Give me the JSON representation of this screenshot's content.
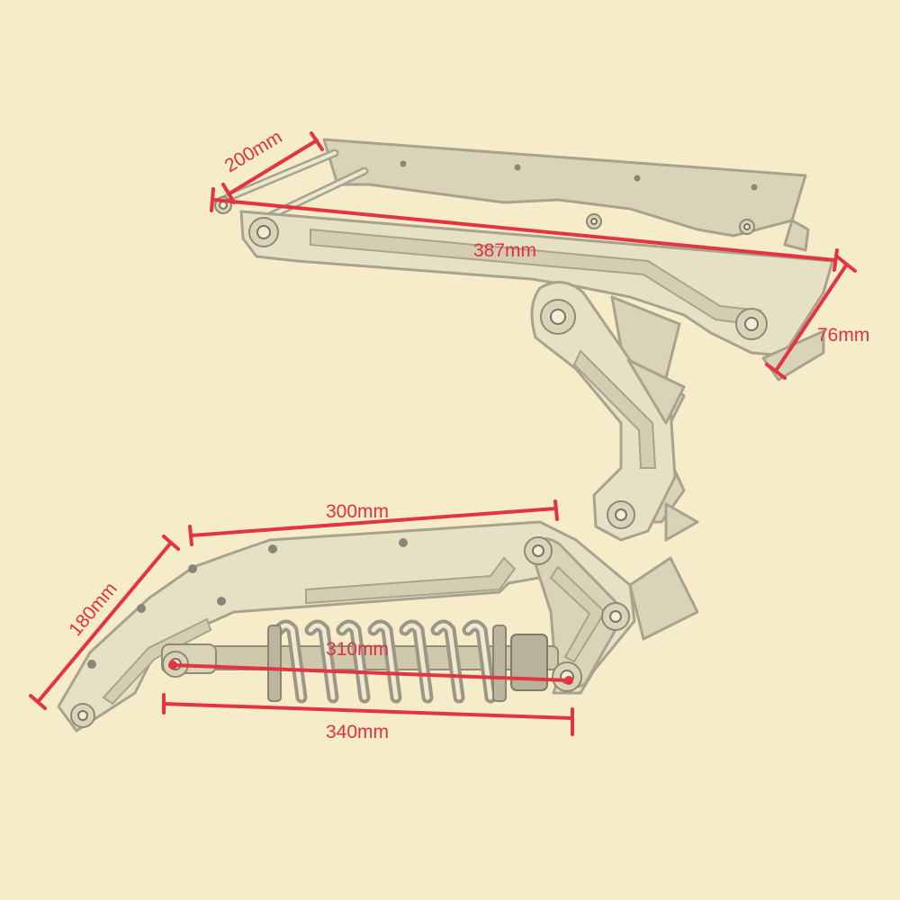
{
  "diagram": {
    "dimensions": {
      "top_depth": "200mm",
      "top_length": "387mm",
      "top_height": "76mm",
      "arm_length": "300mm",
      "arm_height": "180mm",
      "shock_eye_to_eye": "310mm",
      "shock_overall": "340mm"
    },
    "colors": {
      "background": "#f7ecc9",
      "dimension": "#e23441",
      "part": "#e6e0c5"
    }
  }
}
